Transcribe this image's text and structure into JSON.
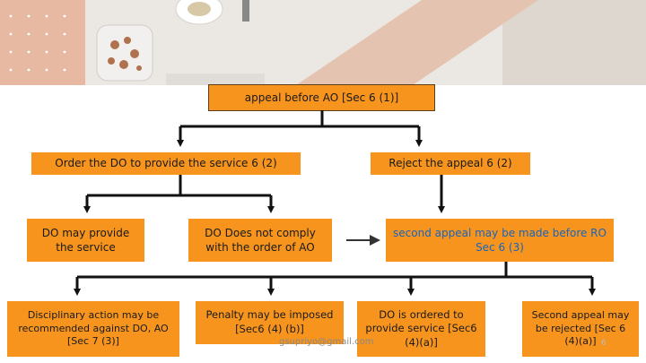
{
  "colors": {
    "box": "#f7941d",
    "blue_text": "#1565c0",
    "line": "#111111",
    "arrow_gray": "#333333"
  },
  "nodes": {
    "appeal_ao": "appeal before AO [Sec 6 (1)]",
    "order_do": "Order the DO to provide the service 6 (2)",
    "reject": "Reject the appeal  6 (2)",
    "do_may_provide": "DO may provide the service",
    "do_not_comply": "DO Does not comply with the order of AO",
    "second_appeal_ro": "second appeal may be  made before RO Sec 6 (3)",
    "disciplinary": "Disciplinary action may be recommended against DO, AO [Sec 7 (3)]",
    "penalty": "Penalty may be imposed [Sec6 (4) (b)]",
    "do_ordered": "DO is ordered to provide service [Sec6 (4)(a)]",
    "second_reject": "Second appeal may be rejected [Sec 6 (4)(a)]"
  },
  "footer": {
    "email": "gsupriyo@gmail.com",
    "page": "6"
  }
}
